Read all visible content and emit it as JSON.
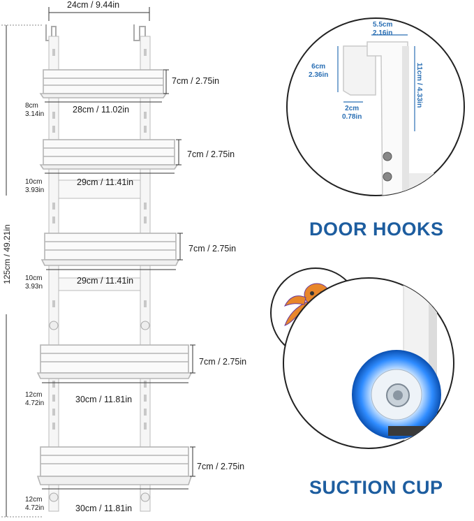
{
  "rack": {
    "width_top": "24cm / 9.44in",
    "height_total": "125cm / 49.21in",
    "baskets": [
      {
        "depth": "7cm / 2.75in",
        "width": "28cm / 11.02in"
      },
      {
        "depth": "7cm / 2.75in",
        "width": "29cm / 11.41in"
      },
      {
        "depth": "7cm / 2.75in",
        "width": "29cm / 11.41in"
      },
      {
        "depth": "7cm / 2.75in",
        "width": "30cm / 11.81in"
      },
      {
        "depth": "7cm / 2.75in",
        "width": "30cm / 11.81in"
      }
    ],
    "gaps": [
      {
        "cm": "8cm",
        "in": "3.14in"
      },
      {
        "cm": "10cm",
        "in": "3.93in"
      },
      {
        "cm": "10cm",
        "in": "3.93n"
      },
      {
        "cm": "12cm",
        "in": "4.72in"
      },
      {
        "cm": "12cm",
        "in": "4.72in"
      }
    ]
  },
  "door_hooks": {
    "title": "DOOR HOOKS",
    "top_cm": "5.5cm",
    "top_in": "2.16in",
    "left_cm": "6cm",
    "left_in": "2.36in",
    "bottom_cm": "2cm",
    "bottom_in": "0.78in",
    "right": "11cm / 4.33in"
  },
  "suction_cup": {
    "title": "SUCTION CUP"
  },
  "colors": {
    "accent_blue": "#2a6fb4",
    "heading_blue": "#1d5d9f",
    "rack_white": "#f4f4f4",
    "rack_outline": "#b8b8b8"
  }
}
